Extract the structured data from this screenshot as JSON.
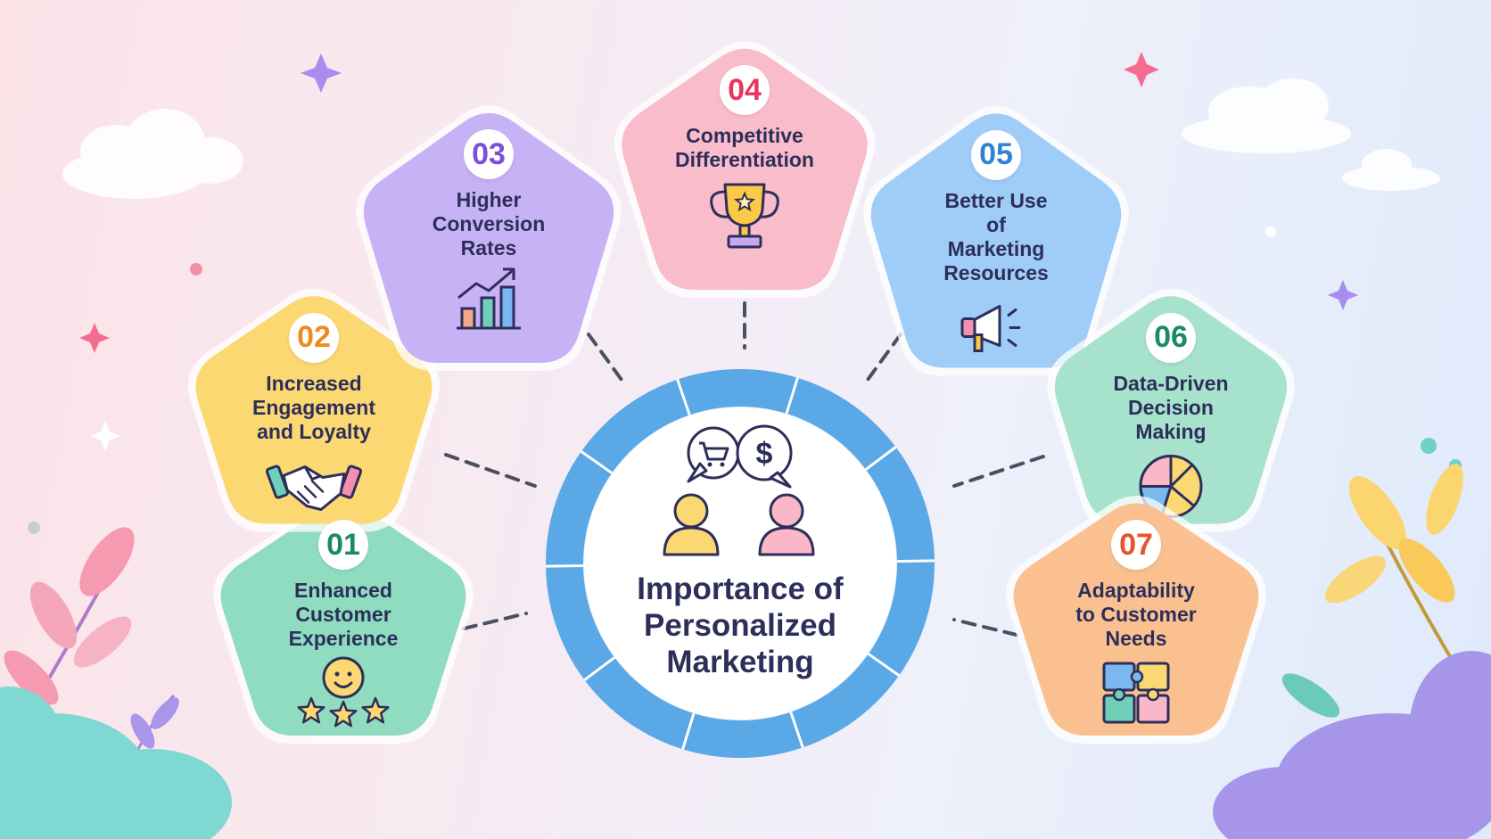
{
  "colors": {
    "text": "#2d2f5a",
    "ring": "#5aa8e6",
    "dash": "#4a4f62"
  },
  "center": {
    "title": "Importance of\nPersonalized\nMarketing",
    "icons": [
      "shopping-cart-icon",
      "dollar-icon",
      "people-icon"
    ]
  },
  "cards": [
    {
      "number": "01",
      "label": "Enhanced\nCustomer\nExperience",
      "icon": "smiley-stars-icon",
      "fill": "#8fdcc0",
      "accent": "#1a8a6a"
    },
    {
      "number": "02",
      "label": "Increased\nEngagement\nand Loyalty",
      "icon": "handshake-icon",
      "fill": "#fcd873",
      "accent": "#f08a1c"
    },
    {
      "number": "03",
      "label": "Higher\nConversion\nRates",
      "icon": "bar-chart-growth-icon",
      "fill": "#c7b2f5",
      "accent": "#7b4fd6"
    },
    {
      "number": "04",
      "label": "Competitive\nDifferentiation",
      "icon": "trophy-icon",
      "fill": "#f9bccb",
      "accent": "#e8375f"
    },
    {
      "number": "05",
      "label": "Better Use\nof\nMarketing\nResources",
      "icon": "megaphone-icon",
      "fill": "#9fcdf8",
      "accent": "#2f82d6"
    },
    {
      "number": "06",
      "label": "Data-Driven\nDecision\nMaking",
      "icon": "pie-chart-icon",
      "fill": "#a6e2cc",
      "accent": "#1a8a6a"
    },
    {
      "number": "07",
      "label": "Adaptability\nto Customer\nNeeds",
      "icon": "puzzle-icon",
      "fill": "#fbc08f",
      "accent": "#e8532a"
    }
  ]
}
